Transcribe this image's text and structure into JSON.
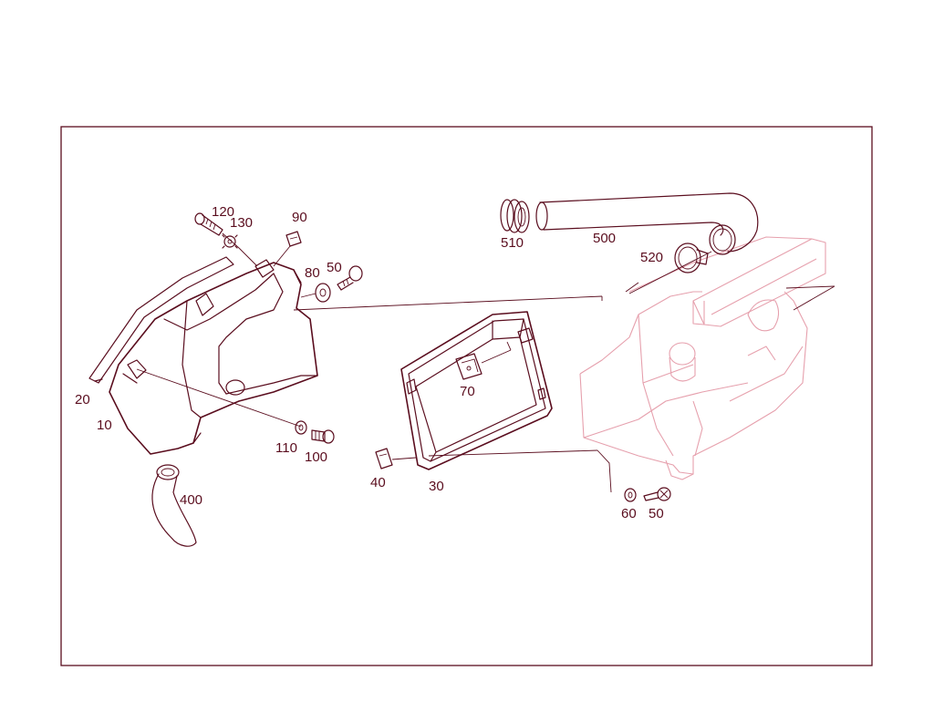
{
  "parts": [
    {
      "id": "p120",
      "label": "120"
    },
    {
      "id": "p130",
      "label": "130"
    },
    {
      "id": "p90",
      "label": "90"
    },
    {
      "id": "p80",
      "label": "80"
    },
    {
      "id": "p50a",
      "label": "50"
    },
    {
      "id": "p20",
      "label": "20"
    },
    {
      "id": "p10",
      "label": "10"
    },
    {
      "id": "p110",
      "label": "110"
    },
    {
      "id": "p100",
      "label": "100"
    },
    {
      "id": "p400",
      "label": "400"
    },
    {
      "id": "p510",
      "label": "510"
    },
    {
      "id": "p500",
      "label": "500"
    },
    {
      "id": "p520",
      "label": "520"
    },
    {
      "id": "p70",
      "label": "70"
    },
    {
      "id": "p40",
      "label": "40"
    },
    {
      "id": "p30",
      "label": "30"
    },
    {
      "id": "p60",
      "label": "60"
    },
    {
      "id": "p50b",
      "label": "50"
    }
  ],
  "colors": {
    "line": "#5a0d1e",
    "ghost": "#e6a0ad",
    "background": "#ffffff"
  }
}
